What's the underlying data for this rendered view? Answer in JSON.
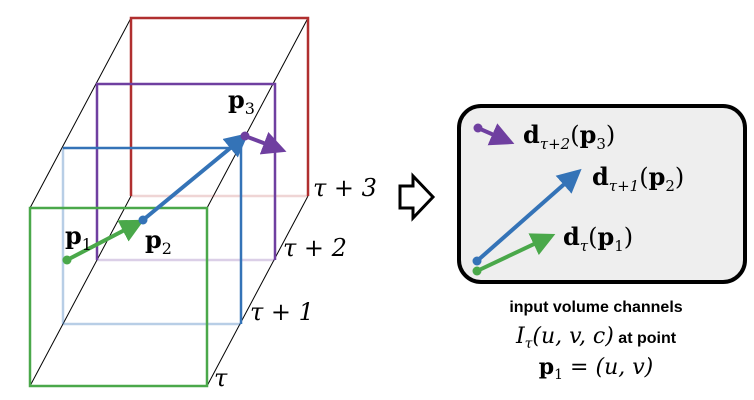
{
  "colors": {
    "frame0": "#4aa84a",
    "frame1": "#3473b7",
    "frame2": "#6f3fa0",
    "frame3": "#b02f2f",
    "black": "#000000",
    "panel_bg": "#eeeeee"
  },
  "frames": {
    "tau": "τ",
    "tau_plus_1": "τ + 1",
    "tau_plus_2": "τ + 2",
    "tau_plus_3": "τ + 3"
  },
  "points": {
    "p1": {
      "base": "p",
      "sub": "1"
    },
    "p2": {
      "base": "p",
      "sub": "2"
    },
    "p3": {
      "base": "p",
      "sub": "3"
    }
  },
  "arrow_icon": "hollow-right-arrow-icon",
  "panel": {
    "d_tau2": {
      "base": "d",
      "sub": "τ+2",
      "arg": "(",
      "p": "p",
      "psub": "3",
      "close": ")"
    },
    "d_tau1": {
      "base": "d",
      "sub": "τ+1",
      "arg": "(",
      "p": "p",
      "psub": "2",
      "close": ")"
    },
    "d_tau": {
      "base": "d",
      "sub": "τ",
      "arg": "(",
      "p": "p",
      "psub": "1",
      "close": ")"
    }
  },
  "caption": {
    "line1": "input volume channels",
    "line2_math_I": "I",
    "line2_math_sub": "τ",
    "line2_math_args": "(u, v, c)",
    "line2_text": " at point",
    "line3_p": "p",
    "line3_sub": "1",
    "line3_rest": " = (u, v)"
  }
}
